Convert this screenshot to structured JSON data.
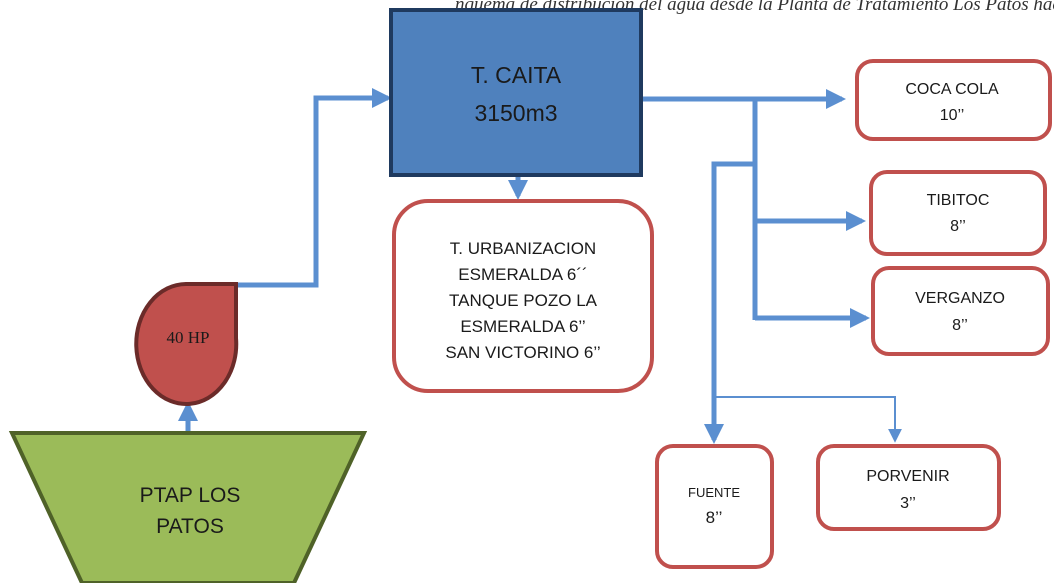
{
  "header": {
    "partial_caption": "ñquema de distribución del agua desde la Planta de Tratamiento Los Patos hacia los tanques de almacenamiento"
  },
  "nodes": {
    "tank_caita": {
      "line1": "T. CAITA",
      "line2": "3150m3"
    },
    "pump": {
      "label": "40 HP"
    },
    "plant": {
      "line1": "PTAP LOS",
      "line2": "PATOS"
    },
    "urbanizacion": {
      "lines": [
        "T. URBANIZACION",
        "ESMERALDA 6´´",
        "TANQUE POZO LA",
        "ESMERALDA 6’’",
        "SAN VICTORINO 6’’"
      ]
    },
    "coca_cola": {
      "name": "COCA COLA",
      "size": "10’’"
    },
    "tibitoc": {
      "name": "TIBITOC",
      "size": "8’’"
    },
    "verganzo": {
      "name": "VERGANZO",
      "size": "8’’"
    },
    "fuente": {
      "name": "FUENTE",
      "size": "8’’"
    },
    "porvenir": {
      "name": "PORVENIR",
      "size": "3’’"
    }
  },
  "colors": {
    "pipe": "#5b8fd0",
    "tank_fill": "#4f81bd",
    "tank_border": "#1f3a5f",
    "pump_fill": "#c0504d",
    "pump_border": "#6b2b29",
    "plant_fill": "#9bbb59",
    "plant_border": "#4f6228",
    "box_border": "#c0504d"
  }
}
